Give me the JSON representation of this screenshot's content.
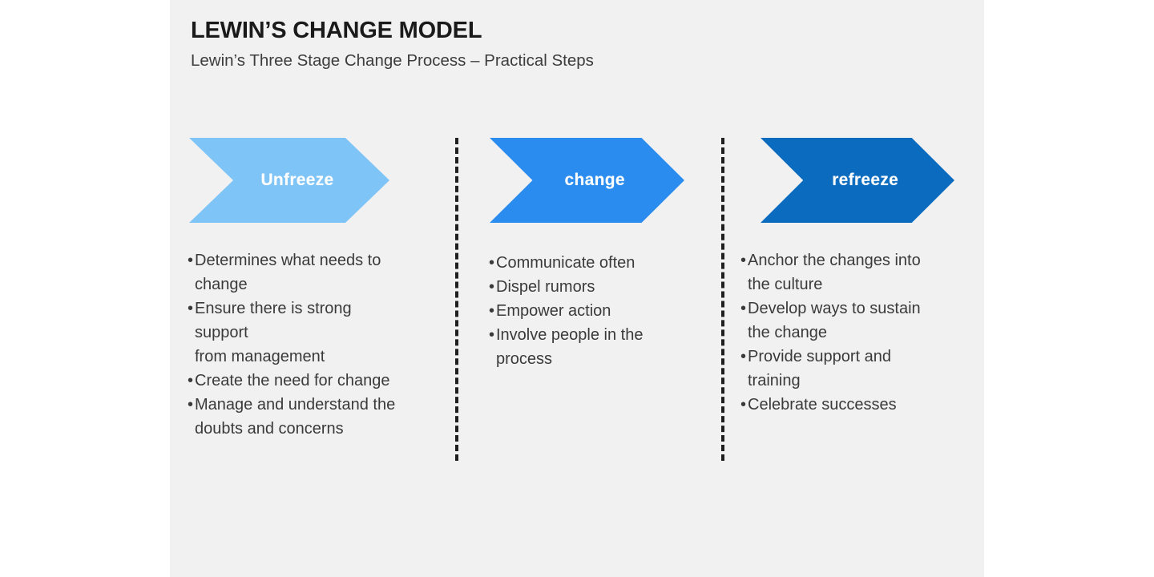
{
  "slide": {
    "background_color": "#f1f1f1",
    "title": "LEWIN’S CHANGE MODEL",
    "subtitle": "Lewin’s Three Stage Change Process – Practical Steps"
  },
  "stages": [
    {
      "key": "unfreeze",
      "label": "Unfreeze",
      "color": "#7fc4f7",
      "bullets": [
        "Determines what needs to\nchange",
        "Ensure there is strong\nsupport\nfrom management",
        "Create the need for change",
        "Manage and understand the\ndoubts and concerns"
      ]
    },
    {
      "key": "change",
      "label": "change",
      "color": "#2b8cf0",
      "bullets": [
        "Communicate often",
        "Dispel rumors",
        "Empower action",
        "Involve people in the\nprocess"
      ]
    },
    {
      "key": "refreeze",
      "label": "refreeze",
      "color": "#0b6bbf",
      "bullets": [
        "Anchor the changes into\nthe culture",
        "Develop ways to sustain\nthe change",
        "Provide support and\ntraining",
        "Celebrate successes"
      ]
    }
  ],
  "dividers": {
    "style": "dashed",
    "color": "#1f1f1f",
    "count": 2
  },
  "bullet_glyph": "•"
}
